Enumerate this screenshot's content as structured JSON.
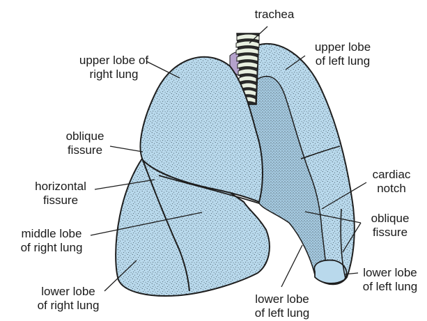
{
  "colors": {
    "lung_fill": "#b9d9ec",
    "lung_shadow": "#a6cbe2",
    "outline": "#1e1e1e",
    "trachea_ring": "#e8efe0",
    "trachea_dark": "#2b2b2b",
    "tissue_purple": "#b5a2cc",
    "text": "#1a1a1a"
  },
  "labels": {
    "trachea": "trachea",
    "upper_right": [
      "upper lobe of",
      "right lung"
    ],
    "upper_left": [
      "upper lobe",
      "of left lung"
    ],
    "oblique_right": [
      "oblique",
      "fissure"
    ],
    "horizontal": [
      "horizontal",
      "fissure"
    ],
    "middle_right": [
      "middle lobe",
      "of right lung"
    ],
    "lower_right": [
      "lower lobe",
      "of right lung"
    ],
    "lower_left_center": [
      "lower lobe",
      "of left lung"
    ],
    "cardiac": [
      "cardiac",
      "notch"
    ],
    "oblique_left": [
      "oblique",
      "fissure"
    ],
    "lower_left_right": [
      "lower lobe",
      "of left lung"
    ]
  }
}
